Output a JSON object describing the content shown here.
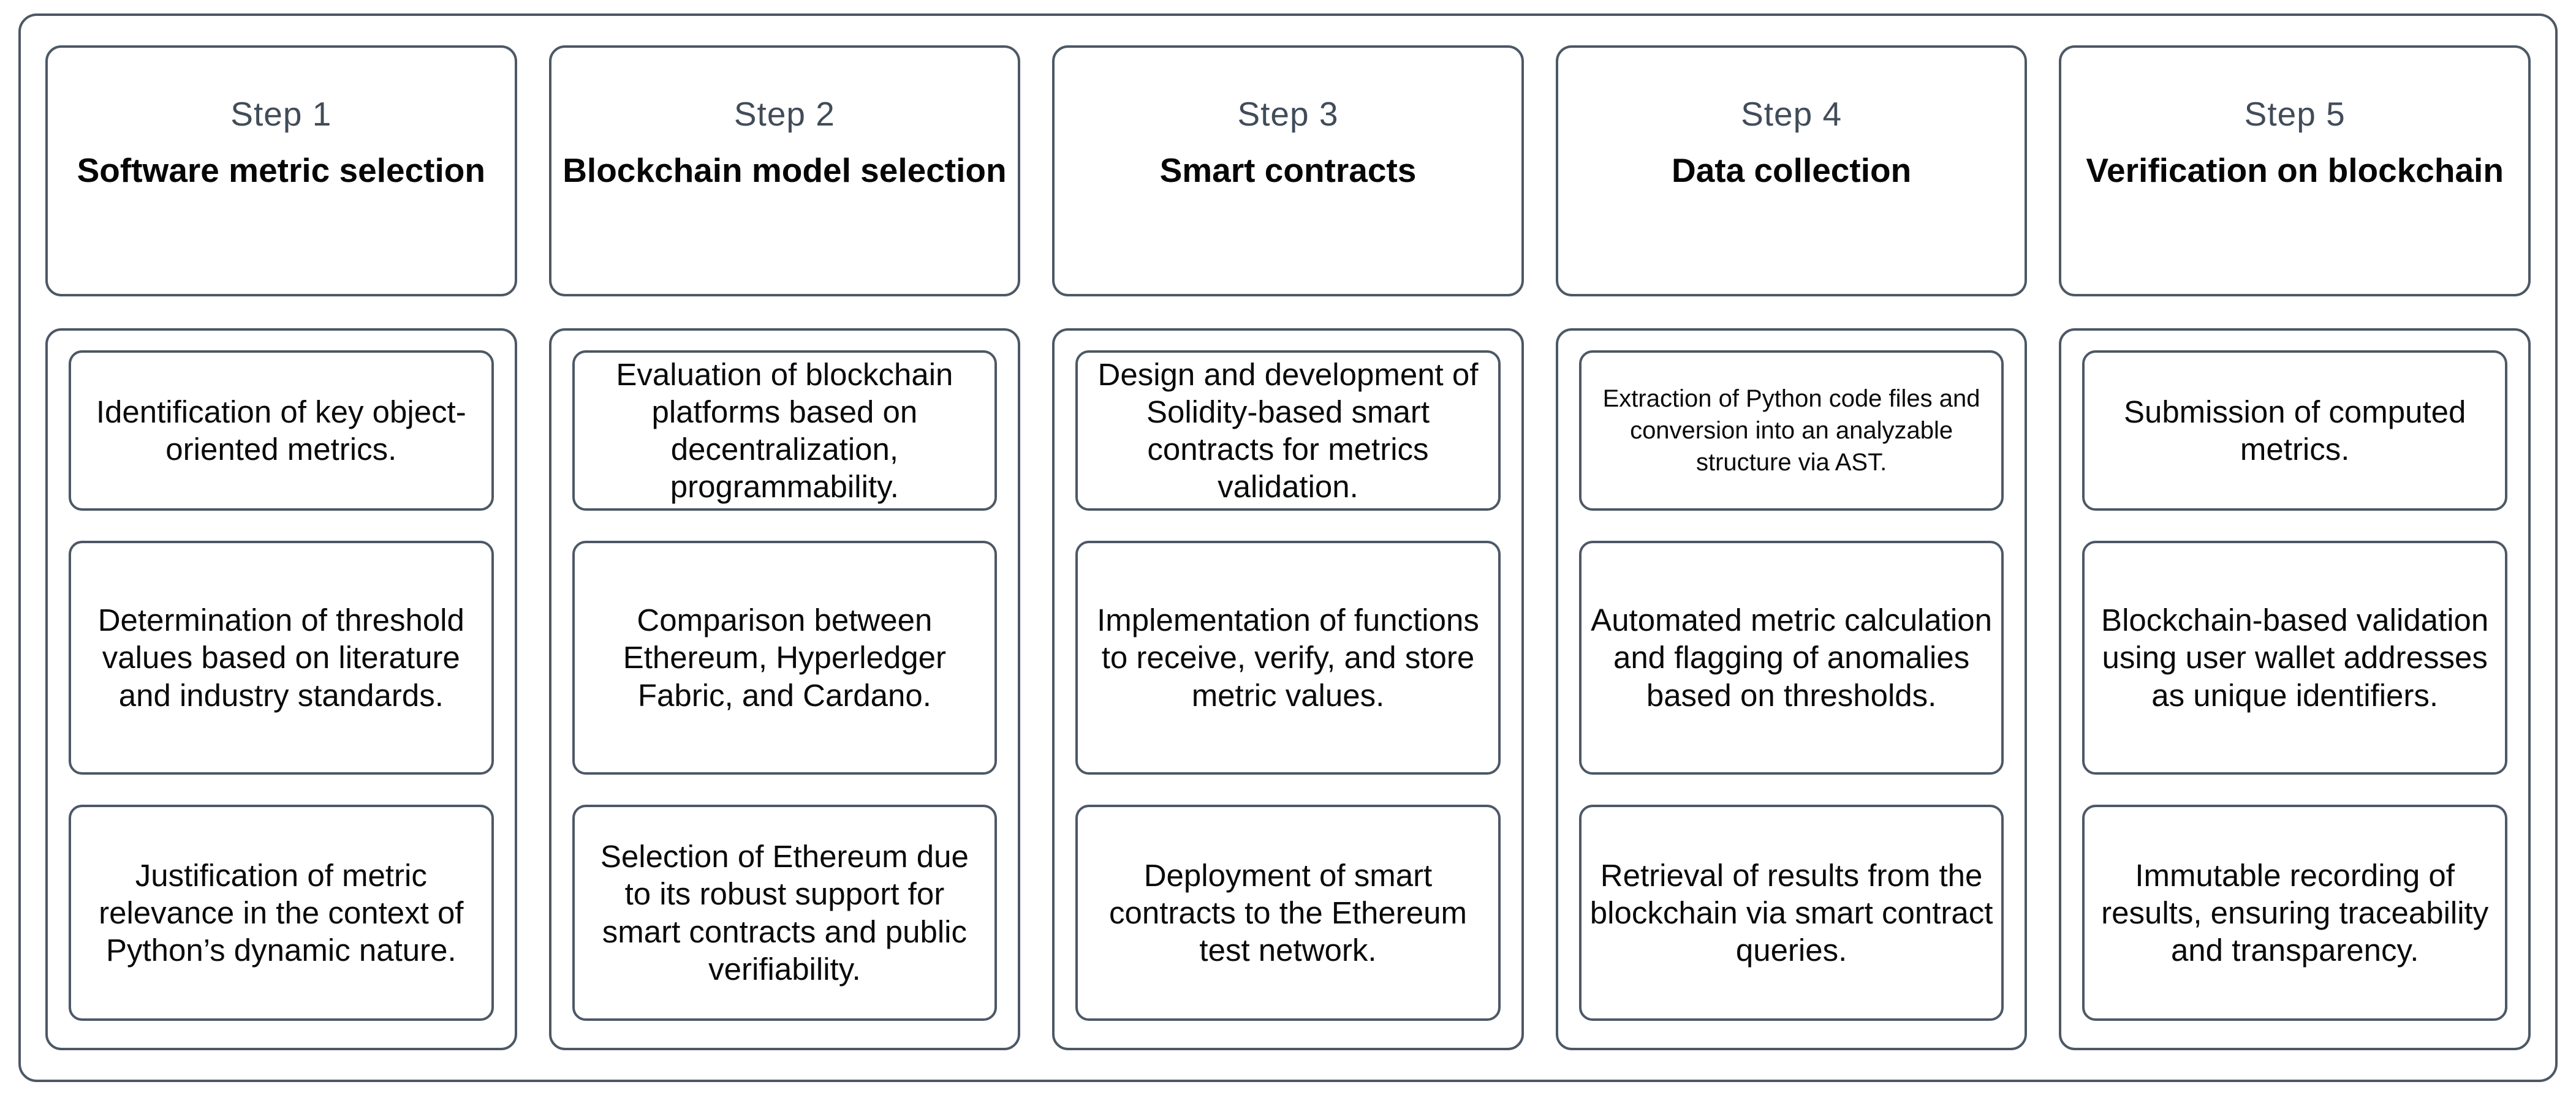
{
  "diagram": {
    "colors": {
      "border": "#4d5866",
      "step_label": "#414c59",
      "body_text": "#060606",
      "background": "#ffffff"
    },
    "columns": [
      {
        "step": "Step 1",
        "title": "Software metric selection",
        "items": [
          "Identification of key object-oriented metrics.",
          "Determination of threshold values based on literature and industry standards.",
          "Justification of metric relevance in the context of Python’s dynamic nature."
        ]
      },
      {
        "step": "Step 2",
        "title": "Blockchain model selection",
        "items": [
          "Evaluation of blockchain platforms based on decentralization, programmability.",
          "Comparison between Ethereum, Hyperledger Fabric, and Cardano.",
          "Selection of Ethereum due to its robust support for smart contracts and public verifiability."
        ]
      },
      {
        "step": "Step 3",
        "title": "Smart contracts",
        "items": [
          "Design and development of Solidity-based smart contracts for metrics validation.",
          "Implementation of functions to receive, verify, and store metric values.",
          "Deployment of smart contracts to the Ethereum test network."
        ]
      },
      {
        "step": "Step 4",
        "title": "Data collection",
        "items": [
          "Extraction of Python code files and conversion into an analyzable structure via AST.",
          "Automated metric calculation and flagging of anomalies based on thresholds.",
          "Retrieval of results from the blockchain via smart contract queries."
        ]
      },
      {
        "step": "Step 5",
        "title": "Verification on blockchain",
        "items": [
          "Submission of computed metrics.",
          "Blockchain-based validation using user wallet addresses as unique identifiers.",
          "Immutable recording of results, ensuring traceability and transparency."
        ]
      }
    ]
  }
}
